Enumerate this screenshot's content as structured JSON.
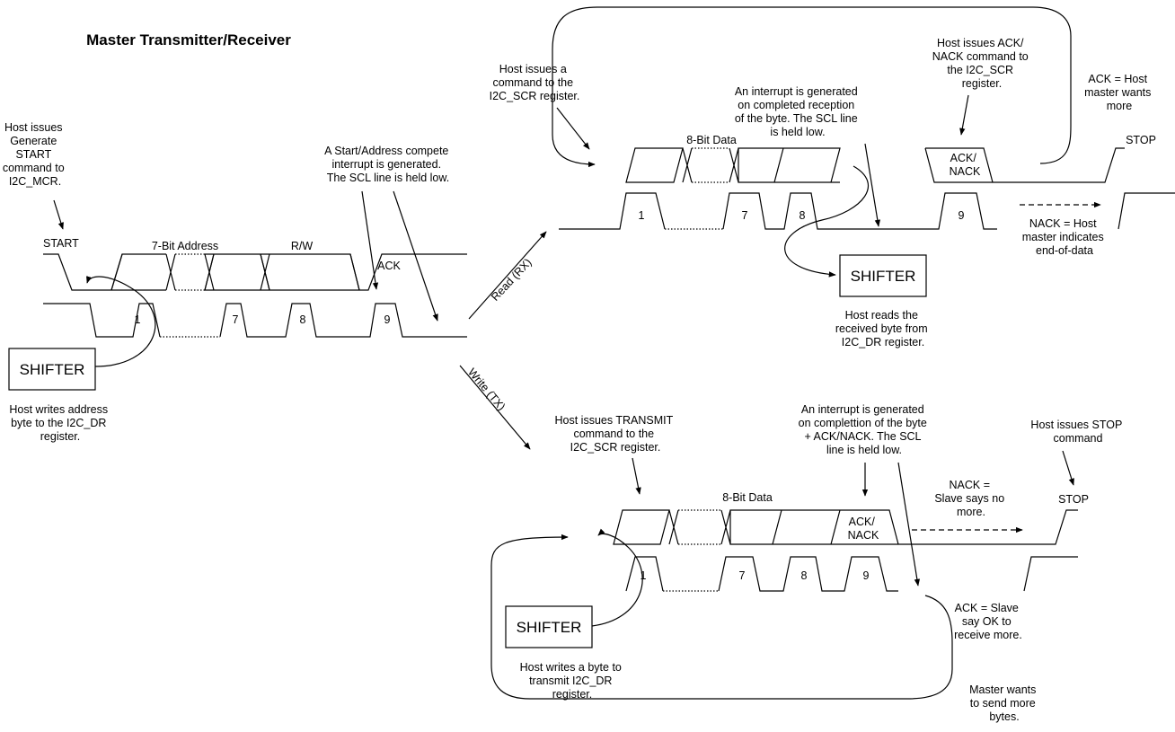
{
  "title": "Master Transmitter/Receiver",
  "start_section": {
    "host_generate_start": [
      "Host issues",
      "Generate",
      "START",
      "command to",
      "I2C_MCR."
    ],
    "start_label": "START",
    "address_label": "7-Bit Address",
    "rw_label": "R/W",
    "ack_label": "ACK",
    "clock_labels": [
      "1",
      "7",
      "8",
      "9"
    ],
    "address_interrupt": [
      "A Start/Address compete",
      "interrupt is generated.",
      "The SCL line is held low."
    ],
    "shifter_label": "SHIFTER",
    "host_writes_address": [
      "Host writes address",
      "byte to the I2C_DR",
      "register."
    ]
  },
  "branches": {
    "read_label": "Read (RX)",
    "write_label": "Write (TX)"
  },
  "read_section": {
    "host_command": [
      "Host issues a",
      "command to the",
      "I2C_SCR register."
    ],
    "data_label": "8-Bit Data",
    "interrupt": [
      "An interrupt is generated",
      "on completed reception",
      "of the byte.  The SCL line",
      "is held low."
    ],
    "ack_nack_command": [
      "Host issues ACK/",
      "NACK command to",
      "the I2C_SCR",
      "register."
    ],
    "ack_nack_label": [
      "ACK/",
      "NACK"
    ],
    "ack_more": [
      "ACK = Host",
      "master wants",
      "more"
    ],
    "stop_label": "STOP",
    "nack_end": [
      "NACK = Host",
      "master indicates",
      "end-of-data"
    ],
    "clock_labels": [
      "1",
      "7",
      "8",
      "9"
    ],
    "shifter_label": "SHIFTER",
    "host_reads": [
      "Host reads the",
      "received byte from",
      "I2C_DR register."
    ]
  },
  "write_section": {
    "host_transmit": [
      "Host issues TRANSMIT",
      "command to the",
      "I2C_SCR register."
    ],
    "data_label": "8-Bit Data",
    "interrupt": [
      "An interrupt is generated",
      "on complettion of the byte",
      "+ ACK/NACK.  The SCL",
      "line is held low."
    ],
    "host_stop": [
      "Host issues STOP",
      "command"
    ],
    "stop_label": "STOP",
    "nack_slave": [
      "NACK =",
      "Slave says no",
      "more."
    ],
    "ack_nack_label": [
      "ACK/",
      "NACK"
    ],
    "clock_labels": [
      "1",
      "7",
      "8",
      "9"
    ],
    "shifter_label": "SHIFTER",
    "host_writes_byte": [
      "Host writes a byte to",
      "transmit I2C_DR",
      "register."
    ],
    "ack_slave": [
      "ACK = Slave",
      "say OK to",
      "receive more."
    ],
    "master_more": [
      "Master wants",
      "to send more",
      "bytes."
    ]
  }
}
